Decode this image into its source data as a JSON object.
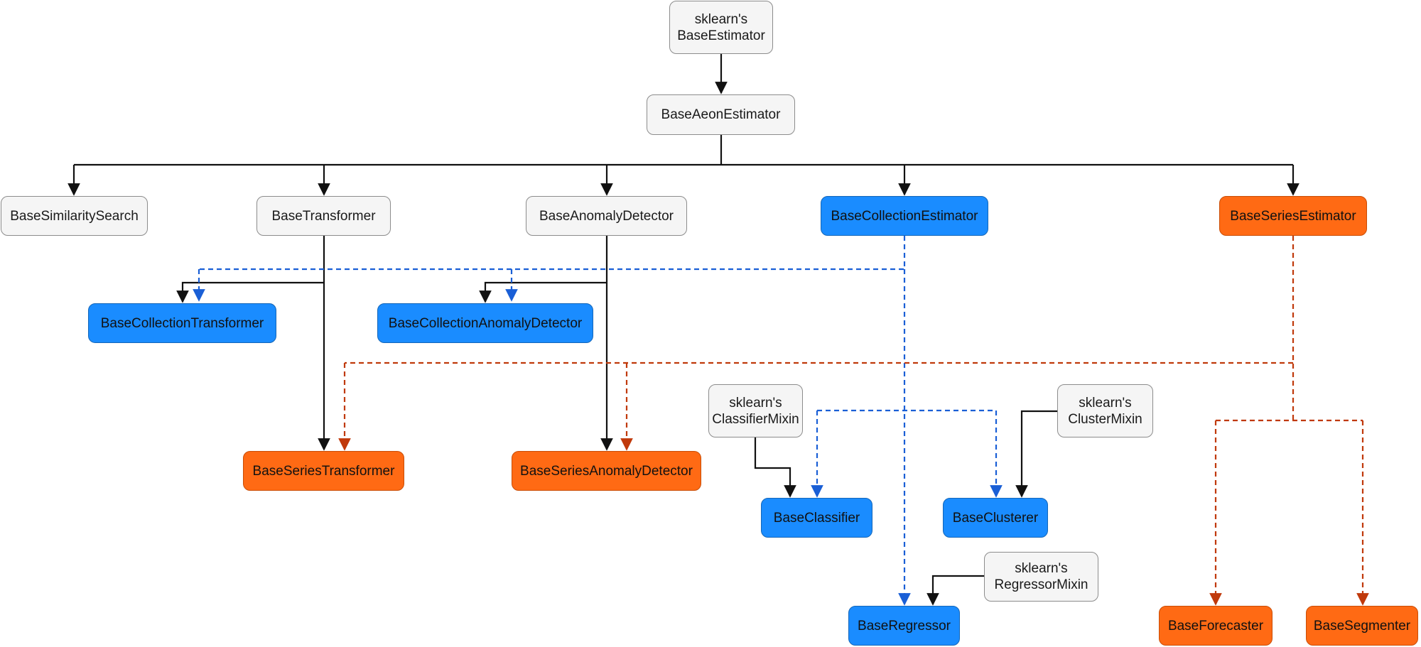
{
  "nodes": {
    "sklearn_base_estimator": [
      "sklearn's",
      "BaseEstimator"
    ],
    "base_aeon_estimator": "BaseAeonEstimator",
    "base_similarity_search": "BaseSimilaritySearch",
    "base_transformer": "BaseTransformer",
    "base_anomaly_detector": "BaseAnomalyDetector",
    "base_collection_estimator": "BaseCollectionEstimator",
    "base_series_estimator": "BaseSeriesEstimator",
    "base_collection_transformer": "BaseCollectionTransformer",
    "base_collection_anomaly_detector": "BaseCollectionAnomalyDetector",
    "base_series_transformer": "BaseSeriesTransformer",
    "base_series_anomaly_detector": "BaseSeriesAnomalyDetector",
    "sklearn_classifier_mixin": [
      "sklearn's",
      "ClassifierMixin"
    ],
    "sklearn_cluster_mixin": [
      "sklearn's",
      "ClusterMixin"
    ],
    "base_classifier": "BaseClassifier",
    "base_clusterer": "BaseClusterer",
    "sklearn_regressor_mixin": [
      "sklearn's",
      "RegressorMixin"
    ],
    "base_regressor": "BaseRegressor",
    "base_forecaster": "BaseForecaster",
    "base_segmenter": "BaseSegmenter"
  },
  "colors": {
    "neutral_fill": "#f5f5f5",
    "collection_fill": "#1a8cff",
    "series_fill": "#ff6a14",
    "solid_edge": "#111111",
    "collection_edge": "#1a5fd6",
    "series_edge": "#c0390b"
  }
}
